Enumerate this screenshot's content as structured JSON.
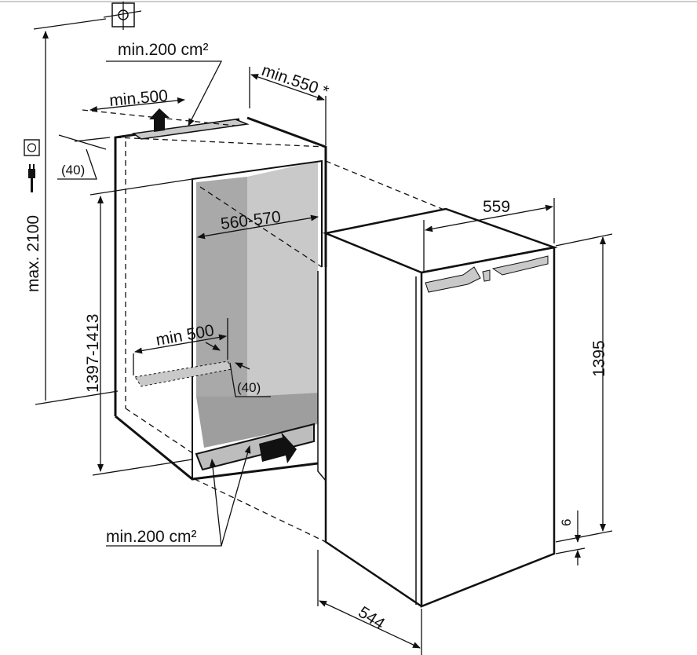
{
  "diagram": {
    "title": "Built-in refrigerator installation dimensions",
    "labels": {
      "top_vent_area": "min.200 cm²",
      "top_vent_width": "min.500",
      "depth_min": "min.550 *",
      "top_gap": "(40)",
      "niche_depth": "560-570",
      "niche_height": "1397-1413",
      "max_height": "max. 2100",
      "bottom_vent_width": "min 500",
      "bottom_gap": "(40)",
      "bottom_vent_area": "min.200 cm²",
      "appliance_width": "559",
      "appliance_height": "1395",
      "door_gap": "6",
      "appliance_depth": "544"
    },
    "icons": [
      "ceiling-target-icon",
      "power-socket-icon",
      "power-plug-icon",
      "airflow-arrow-up-icon",
      "airflow-arrow-in-icon"
    ],
    "colors": {
      "line": "#111111",
      "shade_dark": "#a9a9a9",
      "shade_light": "#c9c9c9",
      "vent": "#bdbdbd"
    }
  }
}
